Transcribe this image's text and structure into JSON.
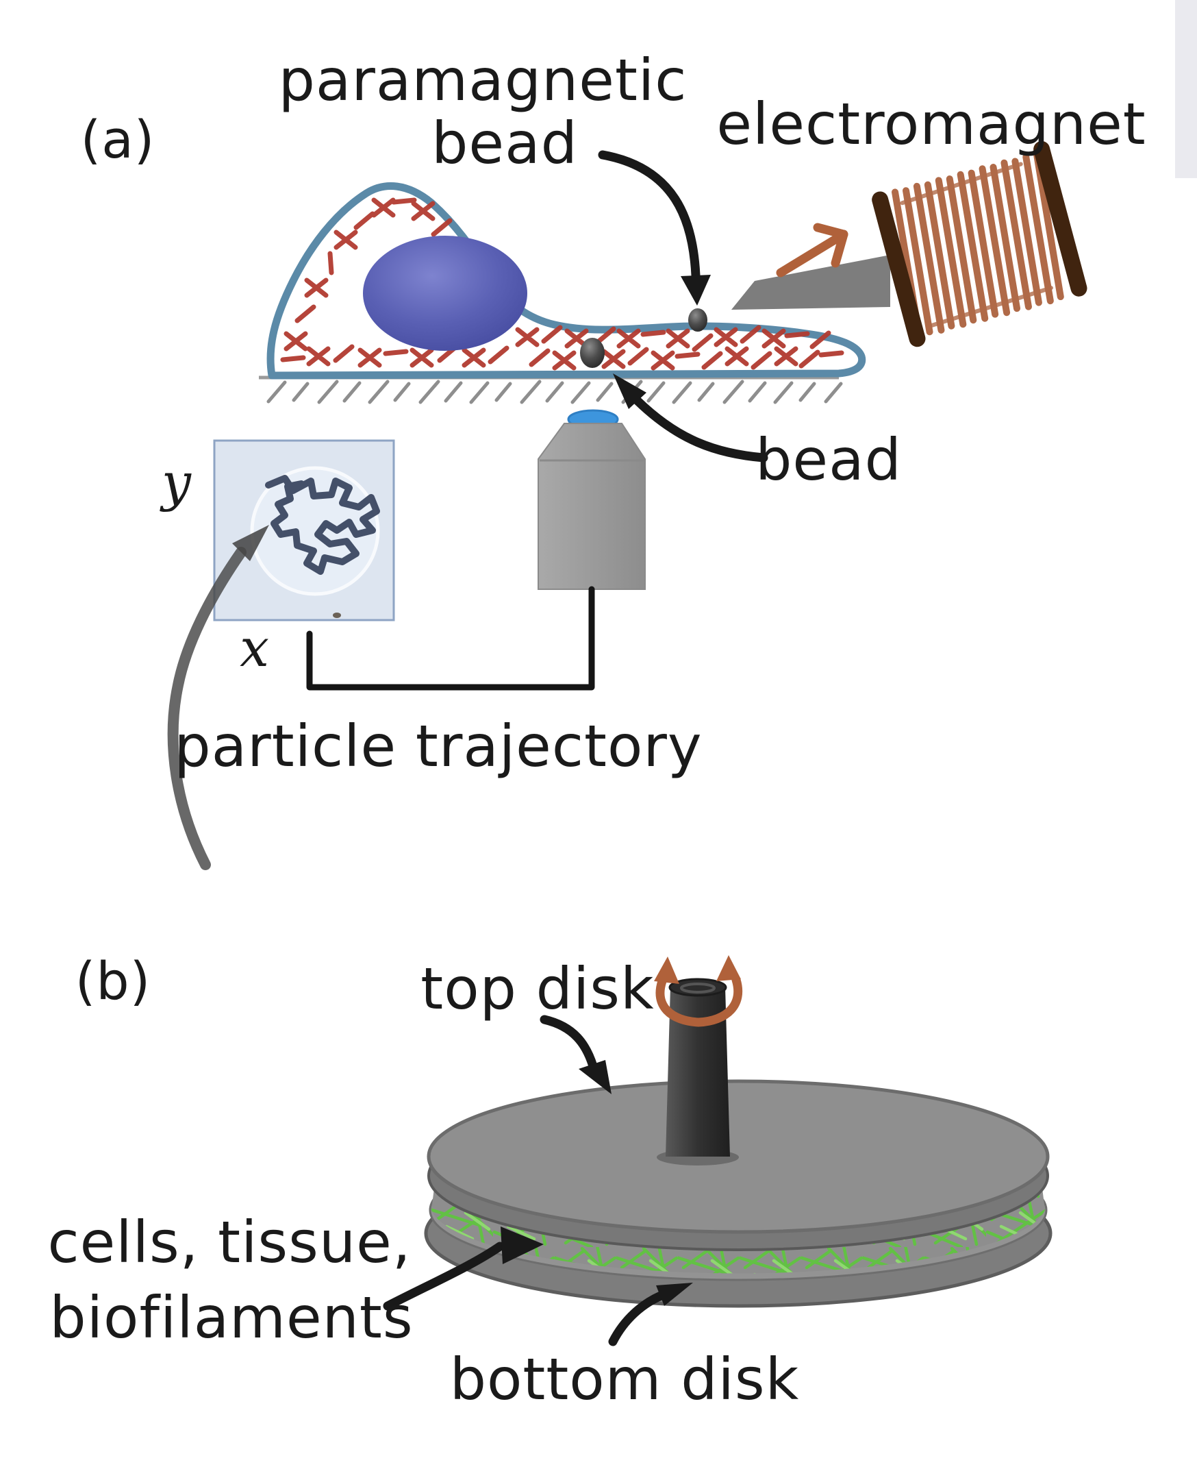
{
  "panel_a": {
    "label": "(a)",
    "paramagnetic_bead_line1": "paramagnetic",
    "paramagnetic_bead_line2": "bead",
    "electromagnet_label": "electromagnet",
    "bead_label": "bead",
    "x_axis_label": "x",
    "y_axis_label": "y",
    "particle_trajectory_label": "particle trajectory"
  },
  "panel_b": {
    "label": "(b)",
    "top_disk_label": "top disk",
    "sample_line1": "cells, tissue,",
    "sample_line2": "biofilaments",
    "bottom_disk_label": "bottom disk"
  },
  "colors": {
    "background": "#ffffff",
    "ink": "#1a1a1a",
    "cell_membrane": "#5b8aa8",
    "actin_network": "#b23b30",
    "nucleus": "#565cb0",
    "bead_gray": "#3c3c3c",
    "objective_gray": "#9c9c9c",
    "lens_blue": "#3d95dd",
    "coil_copper": "#b06a48",
    "coil_cap_brown": "#40240f",
    "force_arrow_orange": "#b0613a",
    "trajectory_box": "#dde5f0",
    "trajectory_ink": "#36425c",
    "pencil_gray": "#474747",
    "disk_gray": "#8f8f8f",
    "shaft_dark": "#333333",
    "filament_green": "#5ec63e",
    "ground_gray": "#8e8e8e"
  }
}
